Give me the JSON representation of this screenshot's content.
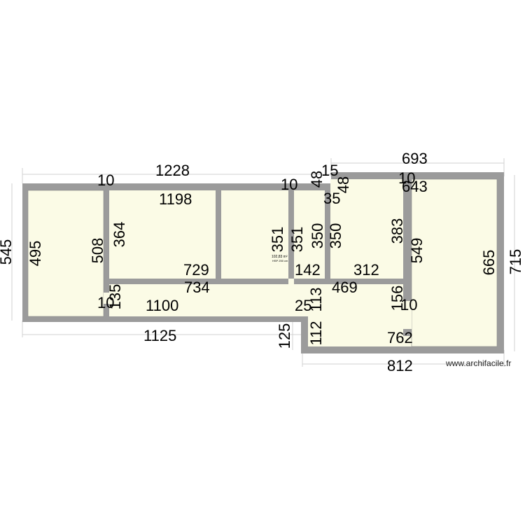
{
  "colors": {
    "wall": "#9b9b9b",
    "room_fill": "#fbfbe6",
    "dim_line": "#d2d2d2",
    "text": "#000000"
  },
  "watermark": "www.archifacile.fr",
  "area": {
    "main": "102,83 m²",
    "sub": "HSP 250 cm"
  },
  "dimensions": {
    "overall_top_left": "1228",
    "overall_top_right": "693",
    "overall_left": "545",
    "overall_right": "715",
    "overall_bottom_left": "1125",
    "overall_bottom_right": "812",
    "step_height": "125",
    "room1_height": "495",
    "wall_a_height": "508",
    "wall_a_top": "10",
    "wall_a_bottom": "10",
    "room2_height": "364",
    "room2_width": "1198",
    "room2_bottom_width": "729",
    "room3_height": "351",
    "wall_b_top": "10",
    "room4_height": "351",
    "wall_c_top": "48",
    "wall_c_gap": "15",
    "room5_height": "350",
    "wall_d_top": "48",
    "room5b_height": "350",
    "wall_e_35": "35",
    "room6_height": "383",
    "room6_width": "643",
    "wall_f_top": "10",
    "wall_g_height": "549",
    "room7_height": "665",
    "bottom_142": "142",
    "bottom_312": "312",
    "hall_734": "734",
    "hall_469": "469",
    "hall_135": "135",
    "hall_1100": "1100",
    "hall_25": "25",
    "hall_113": "113",
    "hall_112": "112",
    "hall_156": "156",
    "hall_10": "10",
    "hall_762": "762"
  }
}
